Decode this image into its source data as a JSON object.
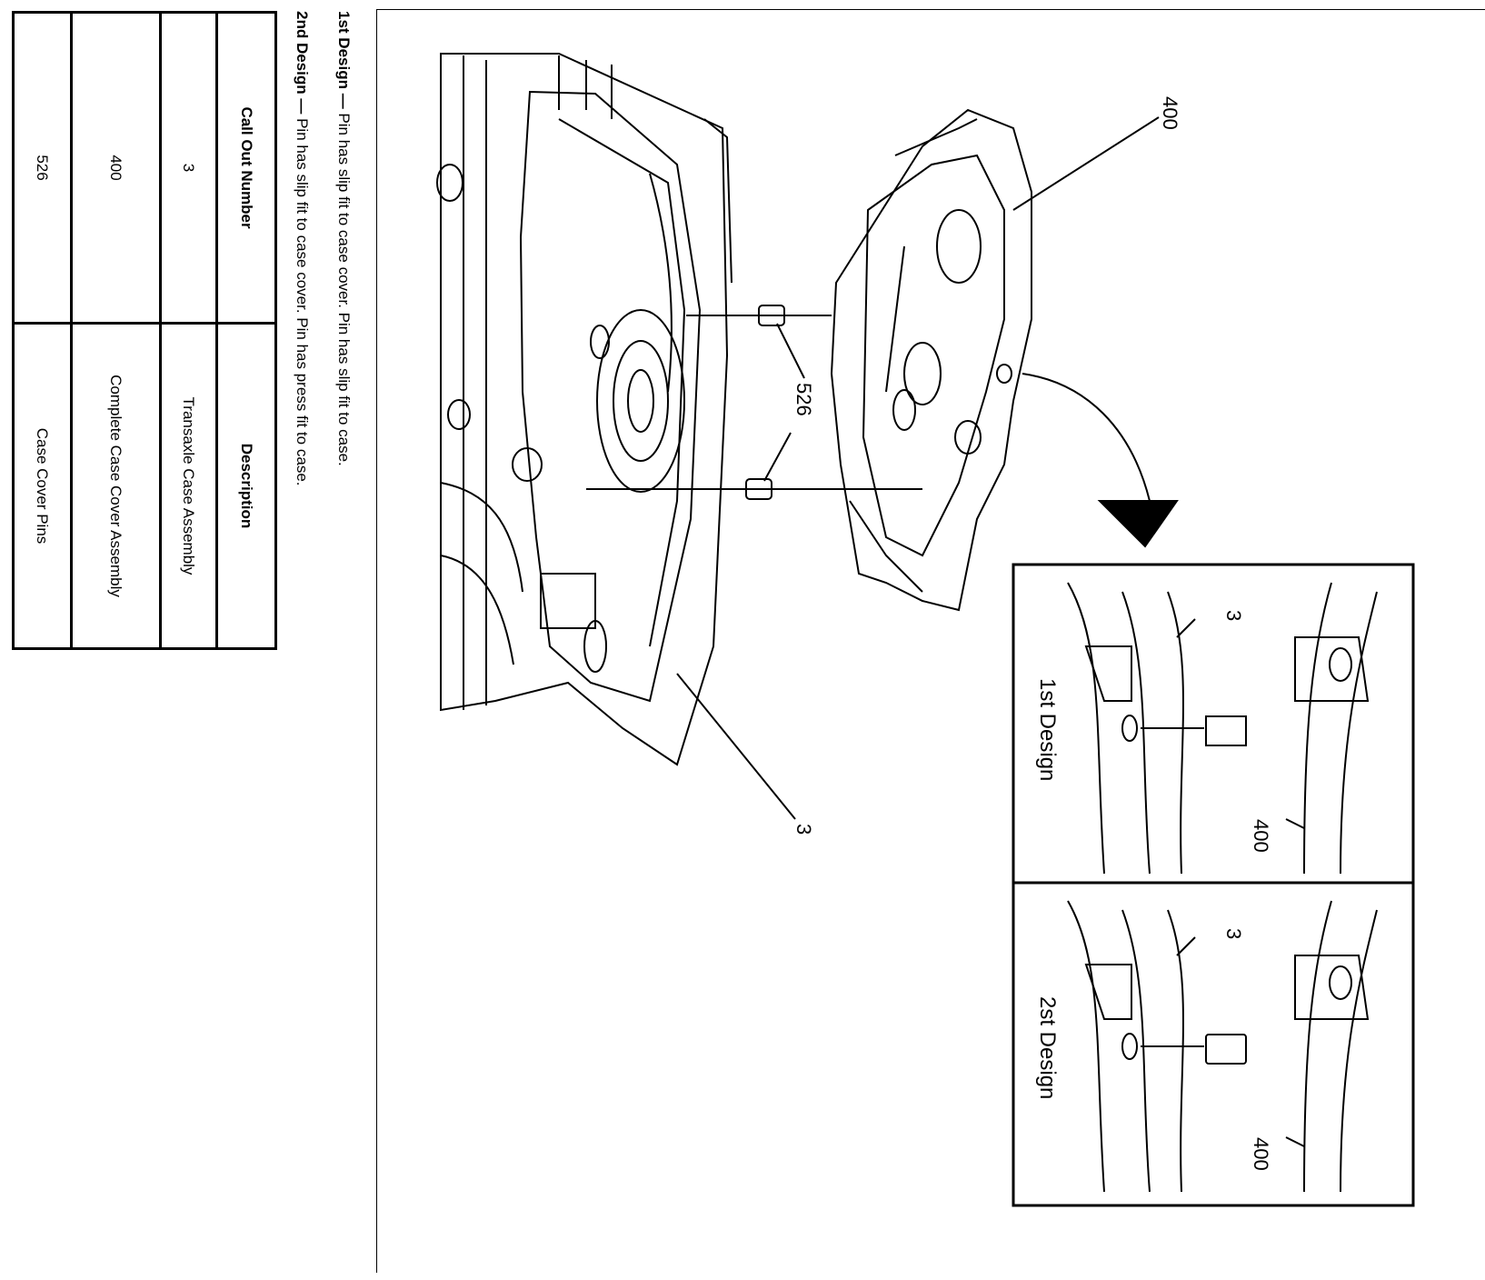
{
  "notes": {
    "first_label": "1st Design —",
    "first_text": " Pin has slip fit to case cover. Pin has slip fit to case.",
    "second_label": "2nd Design —",
    "second_text": " Pin has slip fit to case cover. Pin has press fit to case."
  },
  "table": {
    "headers": [
      "Call Out Number",
      "Description"
    ],
    "rows": [
      {
        "callout": "3",
        "description": "Transaxle Case Assembly"
      },
      {
        "callout": "400",
        "description": "Complete Case Cover Assembly"
      },
      {
        "callout": "526",
        "description": "Case Cover Pins"
      }
    ]
  },
  "diagram": {
    "callouts": {
      "cover": "400",
      "pins": "526",
      "case": "3"
    },
    "inset1": {
      "label": "1st Design",
      "callout_case": "3",
      "callout_cover": "400"
    },
    "inset2": {
      "label": "2st Design",
      "callout_case": "3",
      "callout_cover": "400"
    }
  }
}
